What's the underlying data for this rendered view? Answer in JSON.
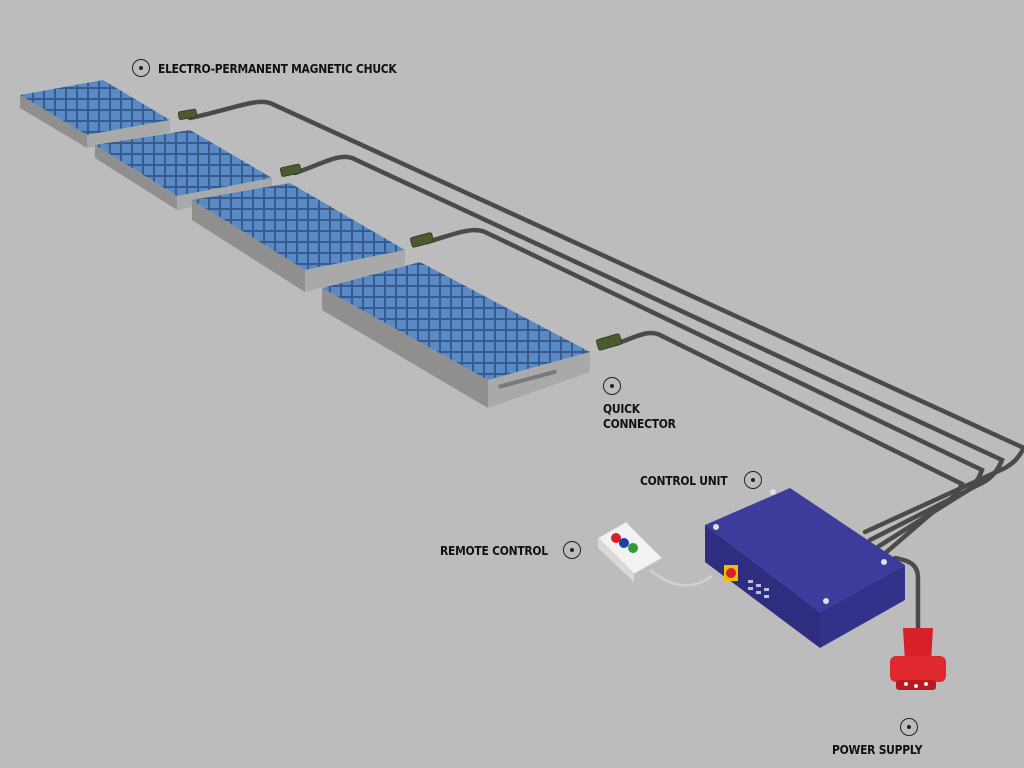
{
  "labels": {
    "chuck": "ELECTRO-PERMANENT MAGNETIC CHUCK",
    "quick_connector_line1": "QUICK",
    "quick_connector_line2": "CONNECTOR",
    "control_unit": "CONTROL UNIT",
    "remote_control": "REMOTE CONTROL",
    "power_supply": "POWER SUPPLY"
  },
  "colors": {
    "background": "#bcbcbc",
    "chuck_plate": "#4f7dbf",
    "chuck_frame": "#a9a9a9",
    "cable": "#4a4a4a",
    "connector": "#4c5a30",
    "control_unit": "#3b3a97",
    "plug": "#d8202a",
    "remote_body": "#f2f2f2"
  },
  "remote_buttons": [
    "#d8202a",
    "#1e3fa8",
    "#2f9a3a"
  ],
  "chuck_count": 4
}
